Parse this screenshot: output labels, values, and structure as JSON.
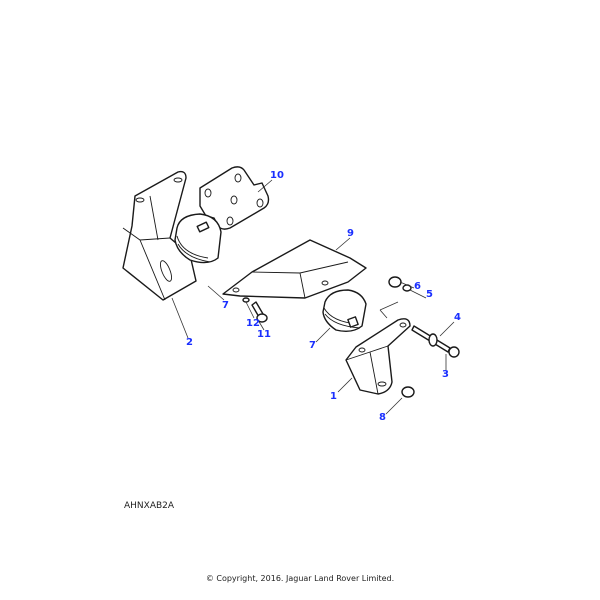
{
  "diagram": {
    "callouts": [
      "10",
      "7",
      "2",
      "12",
      "11",
      "9",
      "6",
      "5",
      "4",
      "3",
      "7",
      "1",
      "8"
    ],
    "callout_color": "#1a2fff",
    "code": "AHNXAB2A",
    "copyright": "© Copyright, 2016. Jaguar Land Rover Limited."
  }
}
